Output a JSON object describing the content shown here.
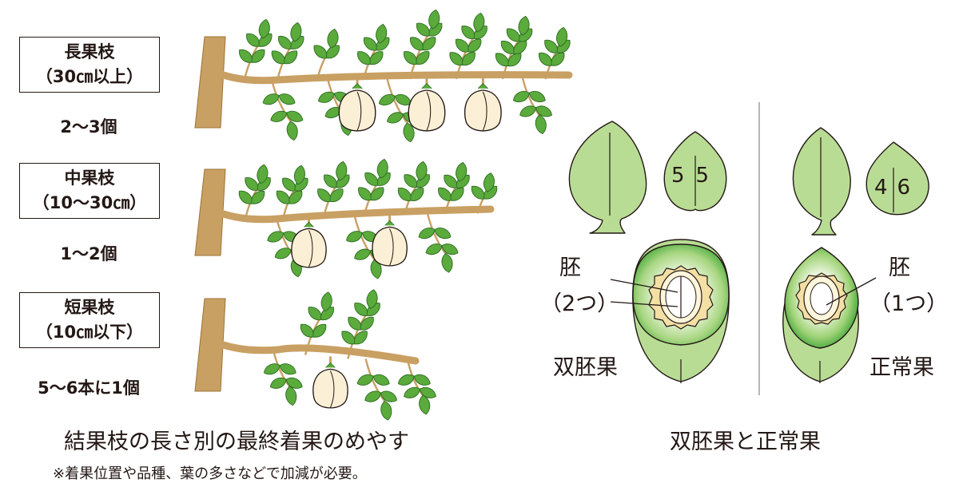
{
  "branches": [
    {
      "name": "長果枝",
      "range": "（30㎝以上）",
      "count": "2〜3個"
    },
    {
      "name": "中果枝",
      "range": "（10〜30㎝）",
      "count": "1〜2個"
    },
    {
      "name": "短果枝",
      "range": "（10㎝以下）",
      "count": "5〜6本に1個"
    }
  ],
  "left_caption": "結果枝の長さ別の最終着果のめやす",
  "left_note": "※着果位置や品種、葉の多さなどで加減が必要。",
  "double_embryo": {
    "label": "双胚果",
    "embryo_label": "胚",
    "embryo_count": "（2つ）",
    "ratio_left": "5",
    "ratio_right": "5"
  },
  "normal": {
    "label": "正常果",
    "embryo_label": "胚",
    "embryo_count": "（1つ）",
    "ratio_left": "4",
    "ratio_right": "6"
  },
  "right_caption": "双胚果と正常果",
  "colors": {
    "branch": "#c9a063",
    "leaf": "#5aaa3c",
    "fruit": "#fbf0d6",
    "fruit_flesh": "#b9dc94",
    "fruit_green": "#59b449",
    "outline": "#231815"
  }
}
